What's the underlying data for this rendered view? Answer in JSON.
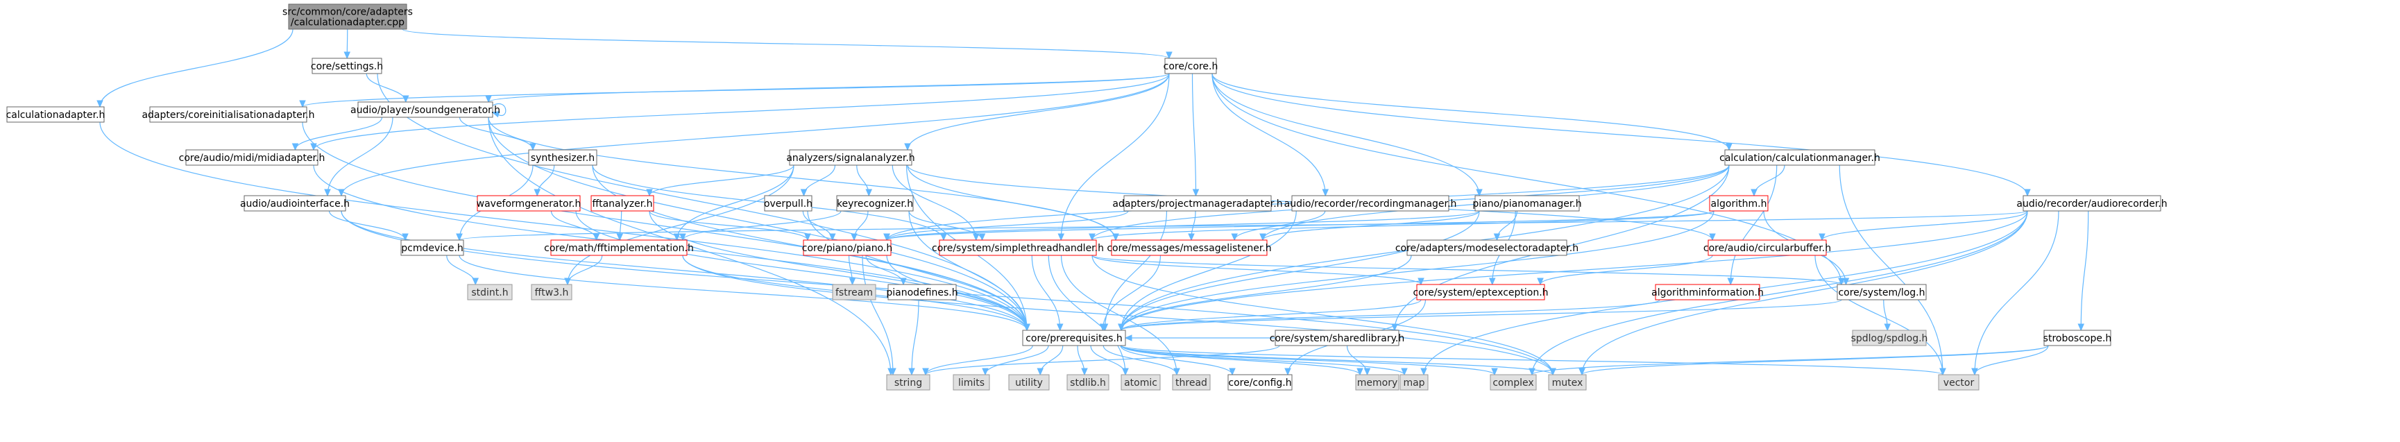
{
  "diagram": {
    "root": "src/common/core/adapters\n/calculationadapter.cpp",
    "colors": {
      "root_fill": "#999999",
      "internal_fill": "#ffffff",
      "internal_border": "#666666",
      "missing_fill": "#ffffff",
      "missing_border": "#ff0000",
      "external_fill": "#e0e0e0",
      "external_border": "#999999",
      "edge": "#63b8ff"
    },
    "nodes": [
      {
        "id": "root",
        "label": "src/common/core/adapters\n/calculationadapter.cpp",
        "kind": "root"
      },
      {
        "id": "calcadapter",
        "label": "calculationadapter.h",
        "kind": "internal"
      },
      {
        "id": "settings",
        "label": "core/settings.h",
        "kind": "internal"
      },
      {
        "id": "core",
        "label": "core/core.h",
        "kind": "internal"
      },
      {
        "id": "coreinit",
        "label": "adapters/coreinitialisationadapter.h",
        "kind": "internal"
      },
      {
        "id": "soundgen",
        "label": "audio/player/soundgenerator.h",
        "kind": "internal"
      },
      {
        "id": "midiadapter",
        "label": "core/audio/midi/midiadapter.h",
        "kind": "internal"
      },
      {
        "id": "synth",
        "label": "synthesizer.h",
        "kind": "internal"
      },
      {
        "id": "audioif",
        "label": "audio/audiointerface.h",
        "kind": "internal"
      },
      {
        "id": "wavegen",
        "label": "waveformgenerator.h",
        "kind": "missing"
      },
      {
        "id": "fftan",
        "label": "fftanalyzer.h",
        "kind": "missing"
      },
      {
        "id": "siganal",
        "label": "analyzers/signalanalyzer.h",
        "kind": "internal"
      },
      {
        "id": "overpull",
        "label": "overpull.h",
        "kind": "internal"
      },
      {
        "id": "keyrec",
        "label": "keyrecognizer.h",
        "kind": "internal"
      },
      {
        "id": "projadapter",
        "label": "adapters/projectmanageradapter.h",
        "kind": "internal"
      },
      {
        "id": "recmgr",
        "label": "audio/recorder/recordingmanager.h",
        "kind": "internal"
      },
      {
        "id": "pianomgr",
        "label": "piano/pianomanager.h",
        "kind": "internal"
      },
      {
        "id": "calcmgr",
        "label": "calculation/calculationmanager.h",
        "kind": "internal"
      },
      {
        "id": "algorithm",
        "label": "algorithm.h",
        "kind": "missing"
      },
      {
        "id": "audiorec",
        "label": "audio/recorder/audiorecorder.h",
        "kind": "internal"
      },
      {
        "id": "pcmdevice",
        "label": "pcmdevice.h",
        "kind": "internal"
      },
      {
        "id": "fftimpl",
        "label": "core/math/fftimplementation.h",
        "kind": "missing"
      },
      {
        "id": "piano",
        "label": "core/piano/piano.h",
        "kind": "missing"
      },
      {
        "id": "simplethread",
        "label": "core/system/simplethreadhandler.h",
        "kind": "missing"
      },
      {
        "id": "msglistener",
        "label": "core/messages/messagelistener.h",
        "kind": "missing"
      },
      {
        "id": "modesel",
        "label": "core/adapters/modeselectoradapter.h",
        "kind": "internal"
      },
      {
        "id": "circbuf",
        "label": "core/audio/circularbuffer.h",
        "kind": "missing"
      },
      {
        "id": "stdint",
        "label": "stdint.h",
        "kind": "external"
      },
      {
        "id": "fstream",
        "label": "fstream",
        "kind": "external"
      },
      {
        "id": "fftw3",
        "label": "fftw3.h",
        "kind": "external"
      },
      {
        "id": "pianodefines",
        "label": "pianodefines.h",
        "kind": "internal"
      },
      {
        "id": "eptexception",
        "label": "core/system/eptexception.h",
        "kind": "missing"
      },
      {
        "id": "log",
        "label": "core/system/log.h",
        "kind": "internal"
      },
      {
        "id": "alginfo",
        "label": "algorithminformation.h",
        "kind": "missing"
      },
      {
        "id": "spdlog",
        "label": "spdlog/spdlog.h",
        "kind": "external"
      },
      {
        "id": "prereq",
        "label": "core/prerequisites.h",
        "kind": "internal"
      },
      {
        "id": "sharedlib",
        "label": "core/system/sharedlibrary.h",
        "kind": "internal"
      },
      {
        "id": "stroboscope",
        "label": "stroboscope.h",
        "kind": "internal"
      },
      {
        "id": "string",
        "label": "string",
        "kind": "external"
      },
      {
        "id": "limits",
        "label": "limits",
        "kind": "external"
      },
      {
        "id": "utility",
        "label": "utility",
        "kind": "external"
      },
      {
        "id": "stdlib",
        "label": "stdlib.h",
        "kind": "external"
      },
      {
        "id": "atomic",
        "label": "atomic",
        "kind": "external"
      },
      {
        "id": "thread",
        "label": "thread",
        "kind": "external"
      },
      {
        "id": "config",
        "label": "core/config.h",
        "kind": "internal"
      },
      {
        "id": "memory",
        "label": "memory",
        "kind": "external"
      },
      {
        "id": "map",
        "label": "map",
        "kind": "external"
      },
      {
        "id": "complex",
        "label": "complex",
        "kind": "external"
      },
      {
        "id": "mutex",
        "label": "mutex",
        "kind": "external"
      },
      {
        "id": "vector",
        "label": "vector",
        "kind": "external"
      }
    ],
    "edges": [
      [
        "root",
        "calcadapter"
      ],
      [
        "root",
        "settings"
      ],
      [
        "root",
        "core"
      ],
      [
        "calcadapter",
        "prereq"
      ],
      [
        "settings",
        "soundgen"
      ],
      [
        "settings",
        "prereq"
      ],
      [
        "core",
        "coreinit"
      ],
      [
        "core",
        "soundgen"
      ],
      [
        "core",
        "midiadapter"
      ],
      [
        "core",
        "audioif"
      ],
      [
        "core",
        "siganal"
      ],
      [
        "core",
        "projadapter"
      ],
      [
        "core",
        "recmgr"
      ],
      [
        "core",
        "pianomgr"
      ],
      [
        "core",
        "calcmgr"
      ],
      [
        "core",
        "audiorec"
      ],
      [
        "core",
        "log"
      ],
      [
        "core",
        "simplethread"
      ],
      [
        "coreinit",
        "prereq"
      ],
      [
        "soundgen",
        "soundgen"
      ],
      [
        "soundgen",
        "midiadapter"
      ],
      [
        "soundgen",
        "synth"
      ],
      [
        "soundgen",
        "audioif"
      ],
      [
        "soundgen",
        "msglistener"
      ],
      [
        "soundgen",
        "prereq"
      ],
      [
        "soundgen",
        "string"
      ],
      [
        "midiadapter",
        "prereq"
      ],
      [
        "synth",
        "wavegen"
      ],
      [
        "synth",
        "pcmdevice"
      ],
      [
        "synth",
        "simplethread"
      ],
      [
        "synth",
        "prereq"
      ],
      [
        "audioif",
        "pcmdevice"
      ],
      [
        "audioif",
        "prereq"
      ],
      [
        "audioif",
        "mutex"
      ],
      [
        "wavegen",
        "fftimpl"
      ],
      [
        "wavegen",
        "prereq"
      ],
      [
        "fftan",
        "fftimpl"
      ],
      [
        "fftan",
        "piano"
      ],
      [
        "fftan",
        "prereq"
      ],
      [
        "siganal",
        "fftan"
      ],
      [
        "siganal",
        "overpull"
      ],
      [
        "siganal",
        "keyrec"
      ],
      [
        "siganal",
        "fftimpl"
      ],
      [
        "siganal",
        "simplethread"
      ],
      [
        "siganal",
        "msglistener"
      ],
      [
        "siganal",
        "circbuf"
      ],
      [
        "siganal",
        "prereq"
      ],
      [
        "siganal",
        "fftw3"
      ],
      [
        "overpull",
        "piano"
      ],
      [
        "overpull",
        "prereq"
      ],
      [
        "keyrec",
        "piano"
      ],
      [
        "keyrec",
        "fftimpl"
      ],
      [
        "keyrec",
        "simplethread"
      ],
      [
        "keyrec",
        "prereq"
      ],
      [
        "projadapter",
        "piano"
      ],
      [
        "projadapter",
        "msglistener"
      ],
      [
        "projadapter",
        "prereq"
      ],
      [
        "recmgr",
        "msglistener"
      ],
      [
        "recmgr",
        "prereq"
      ],
      [
        "pianomgr",
        "piano"
      ],
      [
        "pianomgr",
        "modesel"
      ],
      [
        "pianomgr",
        "msglistener"
      ],
      [
        "pianomgr",
        "prereq"
      ],
      [
        "pianomgr",
        "eptexception"
      ],
      [
        "calcmgr",
        "algorithm"
      ],
      [
        "calcmgr",
        "simplethread"
      ],
      [
        "calcmgr",
        "msglistener"
      ],
      [
        "calcmgr",
        "piano"
      ],
      [
        "calcmgr",
        "alginfo"
      ],
      [
        "calcmgr",
        "sharedlib"
      ],
      [
        "calcmgr",
        "prereq"
      ],
      [
        "calcmgr",
        "vector"
      ],
      [
        "algorithm",
        "piano"
      ],
      [
        "algorithm",
        "simplethread"
      ],
      [
        "algorithm",
        "log"
      ],
      [
        "algorithm",
        "prereq"
      ],
      [
        "audiorec",
        "circbuf"
      ],
      [
        "audiorec",
        "pcmdevice"
      ],
      [
        "audiorec",
        "stroboscope"
      ],
      [
        "audiorec",
        "prereq"
      ],
      [
        "audiorec",
        "mutex"
      ],
      [
        "audiorec",
        "vector"
      ],
      [
        "audiorec",
        "complex"
      ],
      [
        "audiorec",
        "map"
      ],
      [
        "pcmdevice",
        "stdint"
      ],
      [
        "pcmdevice",
        "prereq"
      ],
      [
        "fftimpl",
        "fftw3"
      ],
      [
        "fftimpl",
        "prereq"
      ],
      [
        "fftimpl",
        "mutex"
      ],
      [
        "piano",
        "fstream"
      ],
      [
        "piano",
        "pianodefines"
      ],
      [
        "piano",
        "prereq"
      ],
      [
        "piano",
        "string"
      ],
      [
        "simplethread",
        "prereq"
      ],
      [
        "simplethread",
        "atomic"
      ],
      [
        "simplethread",
        "thread"
      ],
      [
        "simplethread",
        "mutex"
      ],
      [
        "simplethread",
        "eptexception"
      ],
      [
        "simplethread",
        "log"
      ],
      [
        "msglistener",
        "prereq"
      ],
      [
        "modesel",
        "prereq"
      ],
      [
        "circbuf",
        "eptexception"
      ],
      [
        "circbuf",
        "vector"
      ],
      [
        "pianodefines",
        "string"
      ],
      [
        "eptexception",
        "prereq"
      ],
      [
        "eptexception",
        "config"
      ],
      [
        "log",
        "spdlog"
      ],
      [
        "log",
        "prereq"
      ],
      [
        "alginfo",
        "prereq"
      ],
      [
        "prereq",
        "string"
      ],
      [
        "prereq",
        "limits"
      ],
      [
        "prereq",
        "utility"
      ],
      [
        "prereq",
        "stdlib"
      ],
      [
        "prereq",
        "atomic"
      ],
      [
        "prereq",
        "thread"
      ],
      [
        "prereq",
        "config"
      ],
      [
        "prereq",
        "memory"
      ],
      [
        "prereq",
        "map"
      ],
      [
        "prereq",
        "complex"
      ],
      [
        "prereq",
        "mutex"
      ],
      [
        "prereq",
        "vector"
      ],
      [
        "sharedlib",
        "prereq"
      ],
      [
        "sharedlib",
        "memory"
      ],
      [
        "sharedlib",
        "string"
      ],
      [
        "stroboscope",
        "vector"
      ],
      [
        "stroboscope",
        "mutex"
      ],
      [
        "stroboscope",
        "complex"
      ]
    ]
  }
}
